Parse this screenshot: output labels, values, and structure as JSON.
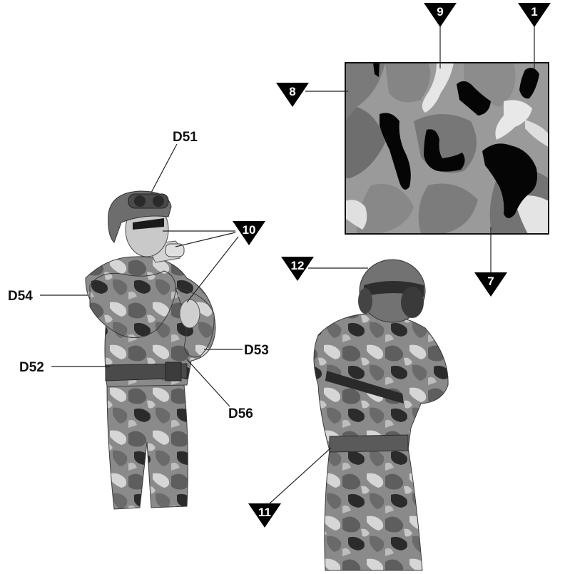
{
  "part_labels": {
    "d51": "D51",
    "d52": "D52",
    "d53": "D53",
    "d54": "D54",
    "d56": "D56"
  },
  "color_markers": {
    "m1": "1",
    "m7": "7",
    "m8": "8",
    "m9": "9",
    "m10": "10",
    "m11": "11",
    "m12": "12"
  },
  "colors": {
    "marker_fill": "#000000",
    "camo_base": "#9a9a9a",
    "camo_dark_green": "#6e6e6e",
    "camo_brown": "#808080",
    "camo_sand": "#e2e2e2",
    "camo_black": "#050505"
  }
}
